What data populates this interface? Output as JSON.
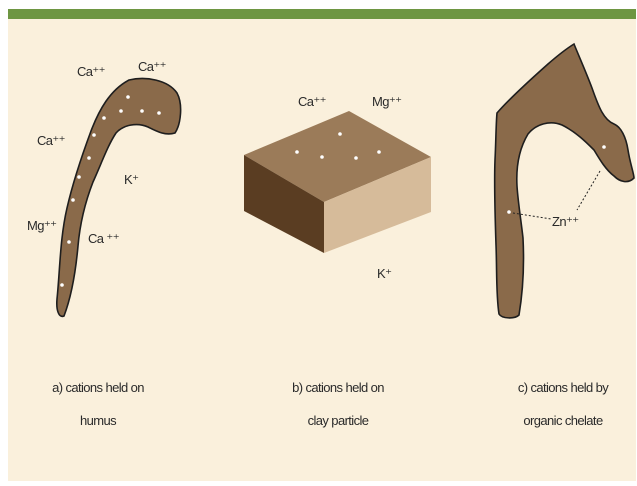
{
  "panel_a": {
    "ions": [
      "Ca⁺⁺",
      "Ca⁺⁺",
      "Ca⁺⁺",
      "Mg⁺⁺",
      "Ca ⁺⁺",
      "K⁺"
    ],
    "caption": [
      "a) cations held on",
      "humus"
    ]
  },
  "panel_b": {
    "ions": [
      "Ca⁺⁺",
      "Mg⁺⁺",
      "K⁺"
    ],
    "caption": [
      "b) cations held on",
      "clay particle"
    ]
  },
  "panel_c": {
    "ions": [
      "Zn⁺⁺"
    ],
    "caption": [
      "c) cations held by",
      "organic chelate"
    ]
  },
  "colors": {
    "background": "#faf0dc",
    "header_bar": "#6e9642",
    "organic_brown": "#8a6a4a",
    "clay_top": "#9b7b59",
    "clay_front": "#5a3d22",
    "clay_side": "#d6bb9a"
  }
}
